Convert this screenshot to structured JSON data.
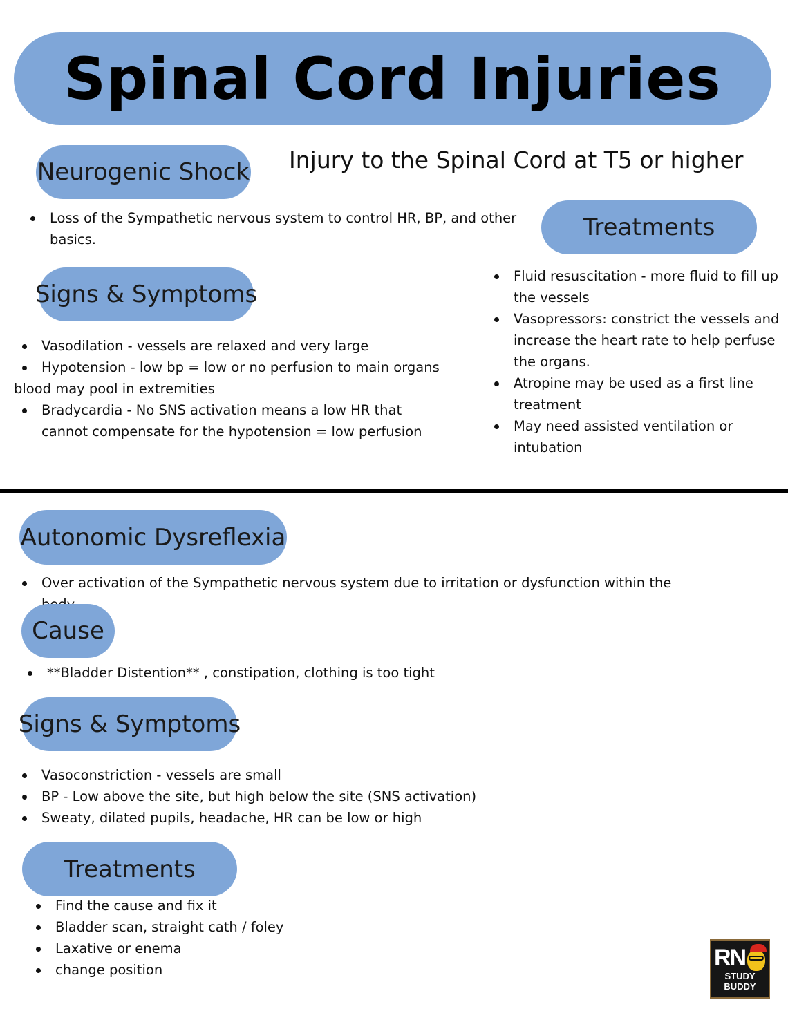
{
  "title": "Spinal Cord Injuries",
  "colors": {
    "pill": "#7fa6d8",
    "divider": "#000000"
  },
  "neurogenic": {
    "heading": "Neurogenic Shock",
    "subtitle": "Injury to the Spinal Cord at T5 or higher",
    "bullets": [
      "Loss of the Sympathetic nervous system to control HR, BP, and other basics."
    ],
    "signs_heading": "Signs & Symptoms",
    "signs_bullet1": "Vasodilation - vessels are relaxed and very large",
    "signs_bullet2": "Hypotension - low bp = low or no perfusion to main organs",
    "signs_continuation": "blood may pool in extremities",
    "signs_bullet3": "Bradycardia - No SNS activation means a low HR that cannot compensate for the hypotension = low perfusion",
    "treatments_heading": "Treatments",
    "treatments": [
      "Fluid resuscitation - more fluid to fill up the vessels",
      "Vasopressors: constrict the vessels and increase the heart rate to help perfuse the organs.",
      "Atropine may be used as a first line treatment",
      "May need assisted ventilation or intubation"
    ]
  },
  "dysreflexia": {
    "heading": "Autonomic Dysreflexia",
    "bullets": [
      "Over activation of the Sympathetic nervous system due to irritation or dysfunction within the body"
    ],
    "cause_heading": "Cause",
    "cause_bullets": [
      "**Bladder Distention** , constipation,  clothing is too tight"
    ],
    "signs_heading": "Signs & Symptoms",
    "signs": [
      "Vasoconstriction - vessels are small",
      "BP - Low above the site, but high below the site (SNS activation)",
      "Sweaty, dilated pupils, headache, HR can be low or high"
    ],
    "treatments_heading": "Treatments",
    "treatments": [
      "Find the cause and fix it",
      "Bladder scan, straight cath / foley",
      "Laxative or enema",
      "change position"
    ]
  },
  "logo": {
    "line1": "RN",
    "line2": "STUDY BUDDY"
  }
}
